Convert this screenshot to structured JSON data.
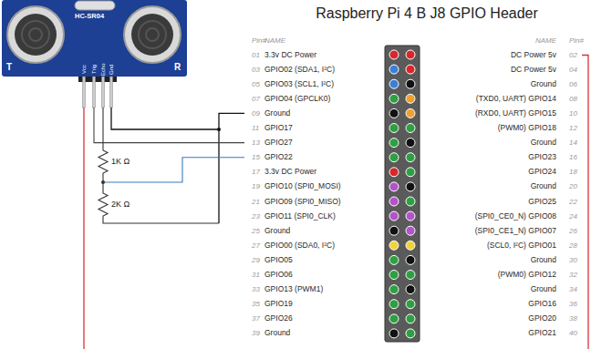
{
  "diagram": {
    "title": "Raspberry Pi 4 B J8 GPIO Header",
    "nodes": [
      {
        "text": [
          "HC-SR04",
          "T",
          "R",
          "Vcc",
          "Trig",
          "Echo",
          "Gnd"
        ]
      }
    ],
    "labels": [
      "1K Ω",
      "2K Ω",
      "Pin#",
      "NAME",
      "NAME",
      "Pin#",
      "01",
      "3.3v DC Power",
      "DC Power 5v",
      "02",
      "03",
      "GPIO02 (SDA1, I²C)",
      "DC Power 5v",
      "04",
      "05",
      "GPIO03 (SCL1, I²C)",
      "Ground",
      "06",
      "07",
      "GPIO04 (GPCLK0)",
      "(TXD0, UART) GPIO14",
      "08",
      "09",
      "Ground",
      "(RXD0, UART) GPIO15",
      "10",
      "11",
      "GPIO17",
      "(PWM0) GPIO18",
      "12",
      "13",
      "GPIO27",
      "Ground",
      "14",
      "15",
      "GPIO22",
      "GPIO23",
      "16",
      "17",
      "3.3v DC Power",
      "GPIO24",
      "18",
      "19",
      "GPIO10 (SPI0_MOSI)",
      "Ground",
      "20",
      "21",
      "GPIO09 (SPI0_MISO)",
      "GPIO25",
      "22",
      "23",
      "GPIO11 (SPI0_CLK)",
      "(SPI0_CE0_N) GPIO08",
      "24",
      "25",
      "Ground",
      "(SPI0_CE1_N) GPIO07",
      "26",
      "27",
      "GPIO00 (SDA0, I²C)",
      "(SCL0, I²C) GPIO01",
      "28",
      "29",
      "GPIO05",
      "Ground",
      "30",
      "31",
      "GPIO06",
      "(PWM0) GPIO12",
      "32",
      "33",
      "GPIO13 (PWM1)",
      "Ground",
      "34",
      "35",
      "GPIO19",
      "GPIO16",
      "36",
      "37",
      "GPIO26",
      "GPIO20",
      "38",
      "39",
      "Ground",
      "GPIO21",
      "40"
    ]
  }
}
